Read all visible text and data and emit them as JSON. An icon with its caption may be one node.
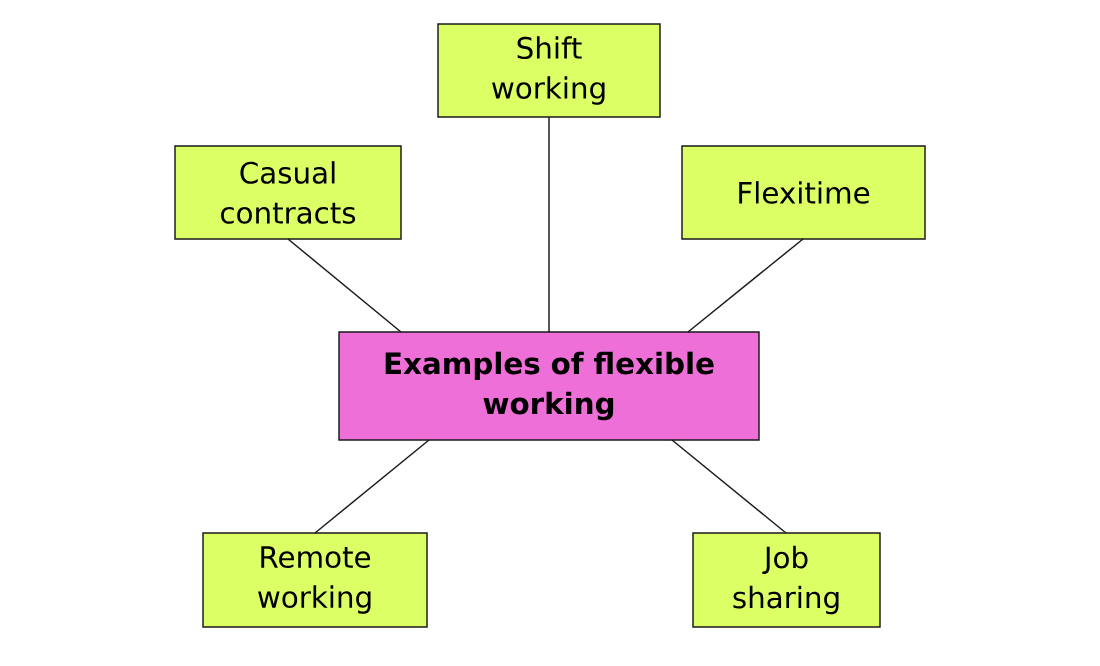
{
  "diagram": {
    "nodes": [
      {
        "text": [
          "Shift working"
        ]
      },
      {
        "text": [
          "Casual contracts"
        ]
      },
      {
        "text": [
          "Flexitime"
        ]
      },
      {
        "text": [
          "Examples of flexible working"
        ]
      },
      {
        "text": [
          "Remote working"
        ]
      },
      {
        "text": [
          "Job sharing"
        ]
      }
    ],
    "edges": [
      {
        "from": 3,
        "to": 0,
        "arrow": "none"
      },
      {
        "from": 3,
        "to": 1,
        "arrow": "none"
      },
      {
        "from": 3,
        "to": 2,
        "arrow": "none"
      },
      {
        "from": 3,
        "to": 4,
        "arrow": "none"
      },
      {
        "from": 3,
        "to": 5,
        "arrow": "none"
      }
    ]
  }
}
